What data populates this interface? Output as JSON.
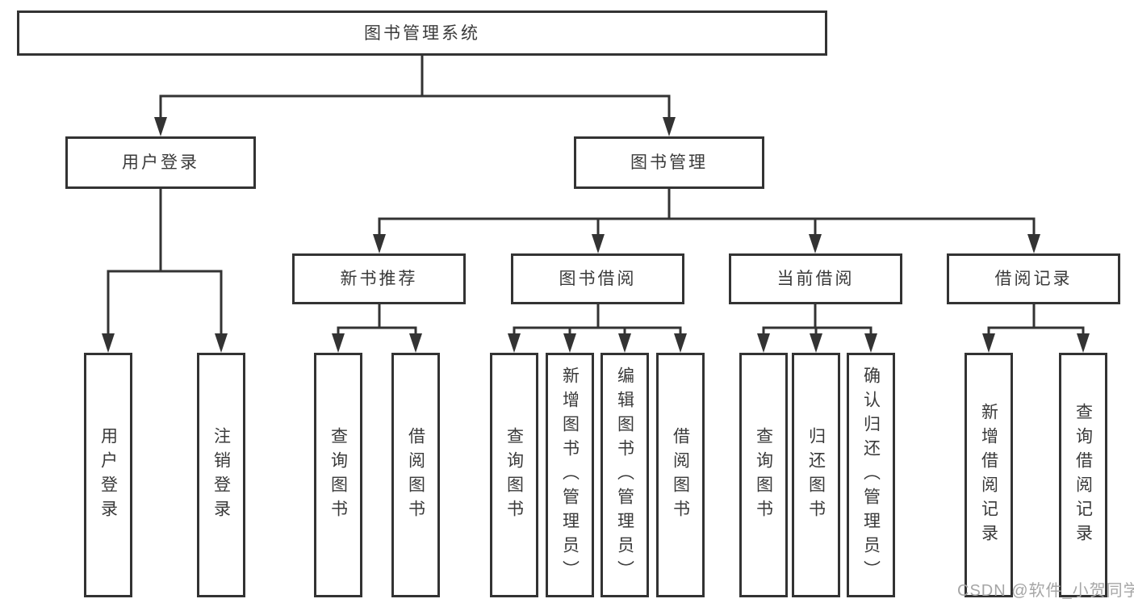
{
  "diagram_type": "hierarchy-tree",
  "tree": {
    "label": "图书管理系统",
    "children": [
      {
        "label": "用户登录",
        "children": [
          {
            "label": "用户登录"
          },
          {
            "label": "注销登录"
          }
        ]
      },
      {
        "label": "图书管理",
        "children": [
          {
            "label": "新书推荐",
            "children": [
              {
                "label": "查询图书"
              },
              {
                "label": "借阅图书"
              }
            ]
          },
          {
            "label": "图书借阅",
            "children": [
              {
                "label": "查询图书"
              },
              {
                "label": "新增图书（管理员）"
              },
              {
                "label": "编辑图书（管理员）"
              },
              {
                "label": "借阅图书"
              }
            ]
          },
          {
            "label": "当前借阅",
            "children": [
              {
                "label": "查询图书"
              },
              {
                "label": "归还图书"
              },
              {
                "label": "确认归还（管理员）"
              }
            ]
          },
          {
            "label": "借阅记录",
            "children": [
              {
                "label": "新增借阅记录"
              },
              {
                "label": "查询借阅记录"
              }
            ]
          }
        ]
      }
    ]
  },
  "watermark": {
    "text": "CSDN @软件_小贺同学"
  },
  "colors": {
    "line": "#333333",
    "text": "#3a3a3a",
    "box_bg": "#ffffff",
    "background": "#ffffff",
    "watermark": "#a6a6a6"
  }
}
